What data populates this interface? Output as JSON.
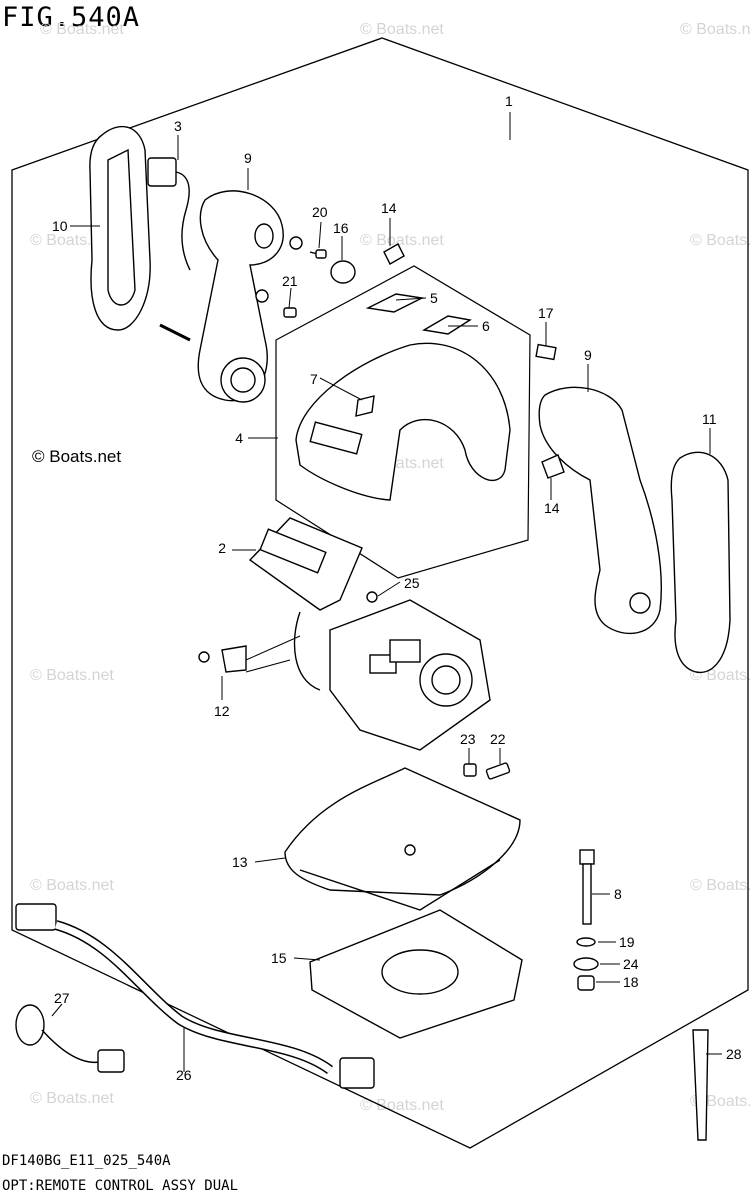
{
  "figure": {
    "title": "FIG.540A",
    "copyright": "© Boats.net",
    "watermark": "© Boats.net",
    "footer_code": "DF140BG_E11_025_540A",
    "footer_desc": "OPT:REMOTE CONTROL ASSY DUAL"
  },
  "parts": [
    {
      "id": "1",
      "label": "1"
    },
    {
      "id": "2",
      "label": "2"
    },
    {
      "id": "3",
      "label": "3"
    },
    {
      "id": "4",
      "label": "4"
    },
    {
      "id": "5",
      "label": "5"
    },
    {
      "id": "6",
      "label": "6"
    },
    {
      "id": "7",
      "label": "7"
    },
    {
      "id": "8",
      "label": "8"
    },
    {
      "id": "9a",
      "label": "9"
    },
    {
      "id": "9b",
      "label": "9"
    },
    {
      "id": "10",
      "label": "10"
    },
    {
      "id": "11",
      "label": "11"
    },
    {
      "id": "12",
      "label": "12"
    },
    {
      "id": "13",
      "label": "13"
    },
    {
      "id": "14a",
      "label": "14"
    },
    {
      "id": "14b",
      "label": "14"
    },
    {
      "id": "15",
      "label": "15"
    },
    {
      "id": "16",
      "label": "16"
    },
    {
      "id": "17",
      "label": "17"
    },
    {
      "id": "18",
      "label": "18"
    },
    {
      "id": "19",
      "label": "19"
    },
    {
      "id": "20",
      "label": "20"
    },
    {
      "id": "21",
      "label": "21"
    },
    {
      "id": "22",
      "label": "22"
    },
    {
      "id": "23",
      "label": "23"
    },
    {
      "id": "24",
      "label": "24"
    },
    {
      "id": "25",
      "label": "25"
    },
    {
      "id": "26",
      "label": "26"
    },
    {
      "id": "27",
      "label": "27"
    },
    {
      "id": "28",
      "label": "28"
    }
  ]
}
